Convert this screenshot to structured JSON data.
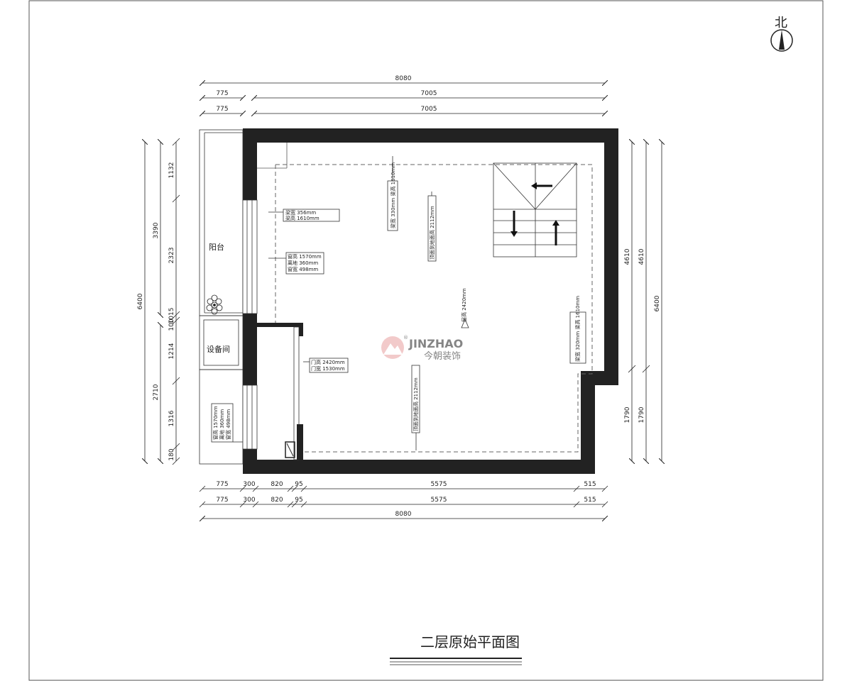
{
  "drawing": {
    "title": "二层原始平面图",
    "north": "北",
    "watermark": {
      "brand": "JINZHAO",
      "cn": "今朝装饰",
      "mark": "®",
      "color": "#d9534f"
    }
  },
  "rooms": {
    "balcony": "阳台",
    "equipment": "设备间"
  },
  "dims": {
    "top_total": "8080",
    "top_a1": "775",
    "top_a2": "7005",
    "top_b1": "775",
    "top_b2": "7005",
    "left_total": "6400",
    "left_a1": "3390",
    "left_a2": "2710",
    "left_b1": "1132",
    "left_b2": "2323",
    "left_b3": "1015",
    "left_b4": "100",
    "left_b5": "1214",
    "left_b6": "1316",
    "left_b7": "180",
    "right_total": "6400",
    "right_a1": "4610",
    "right_a2": "1790",
    "right_b1": "4610",
    "right_b2": "1790",
    "bot_a1": "775",
    "bot_a2": "300",
    "bot_a3": "820",
    "bot_a4": "95",
    "bot_a5": "5575",
    "bot_a6": "515",
    "bot_b1": "775",
    "bot_b2": "300",
    "bot_b3": "820",
    "bot_b4": "95",
    "bot_b5": "5575",
    "bot_b6": "515",
    "bot_total": "8080"
  },
  "notes": {
    "n1_l1": "梁宽 356mm",
    "n1_l2": "梁高 1610mm",
    "n2_l1": "窗高 1570mm",
    "n2_l2": "离地 360mm",
    "n2_l3": "窗宽 498mm",
    "n3": "梁宽 330mm 梁高 1610mm",
    "n4": "顶面到地面高 2112mm",
    "n5_l1": "门高 2420mm",
    "n5_l2": "门宽 1530mm",
    "n6": "顶面到地面高 2112mm",
    "n7": "梁宽 320mm 梁高 1610mm",
    "n8": "层高 2420mm",
    "n9_l1": "窗高 1570mm",
    "n9_l2": "离地 360mm",
    "n9_l3": "窗宽 498mm"
  }
}
